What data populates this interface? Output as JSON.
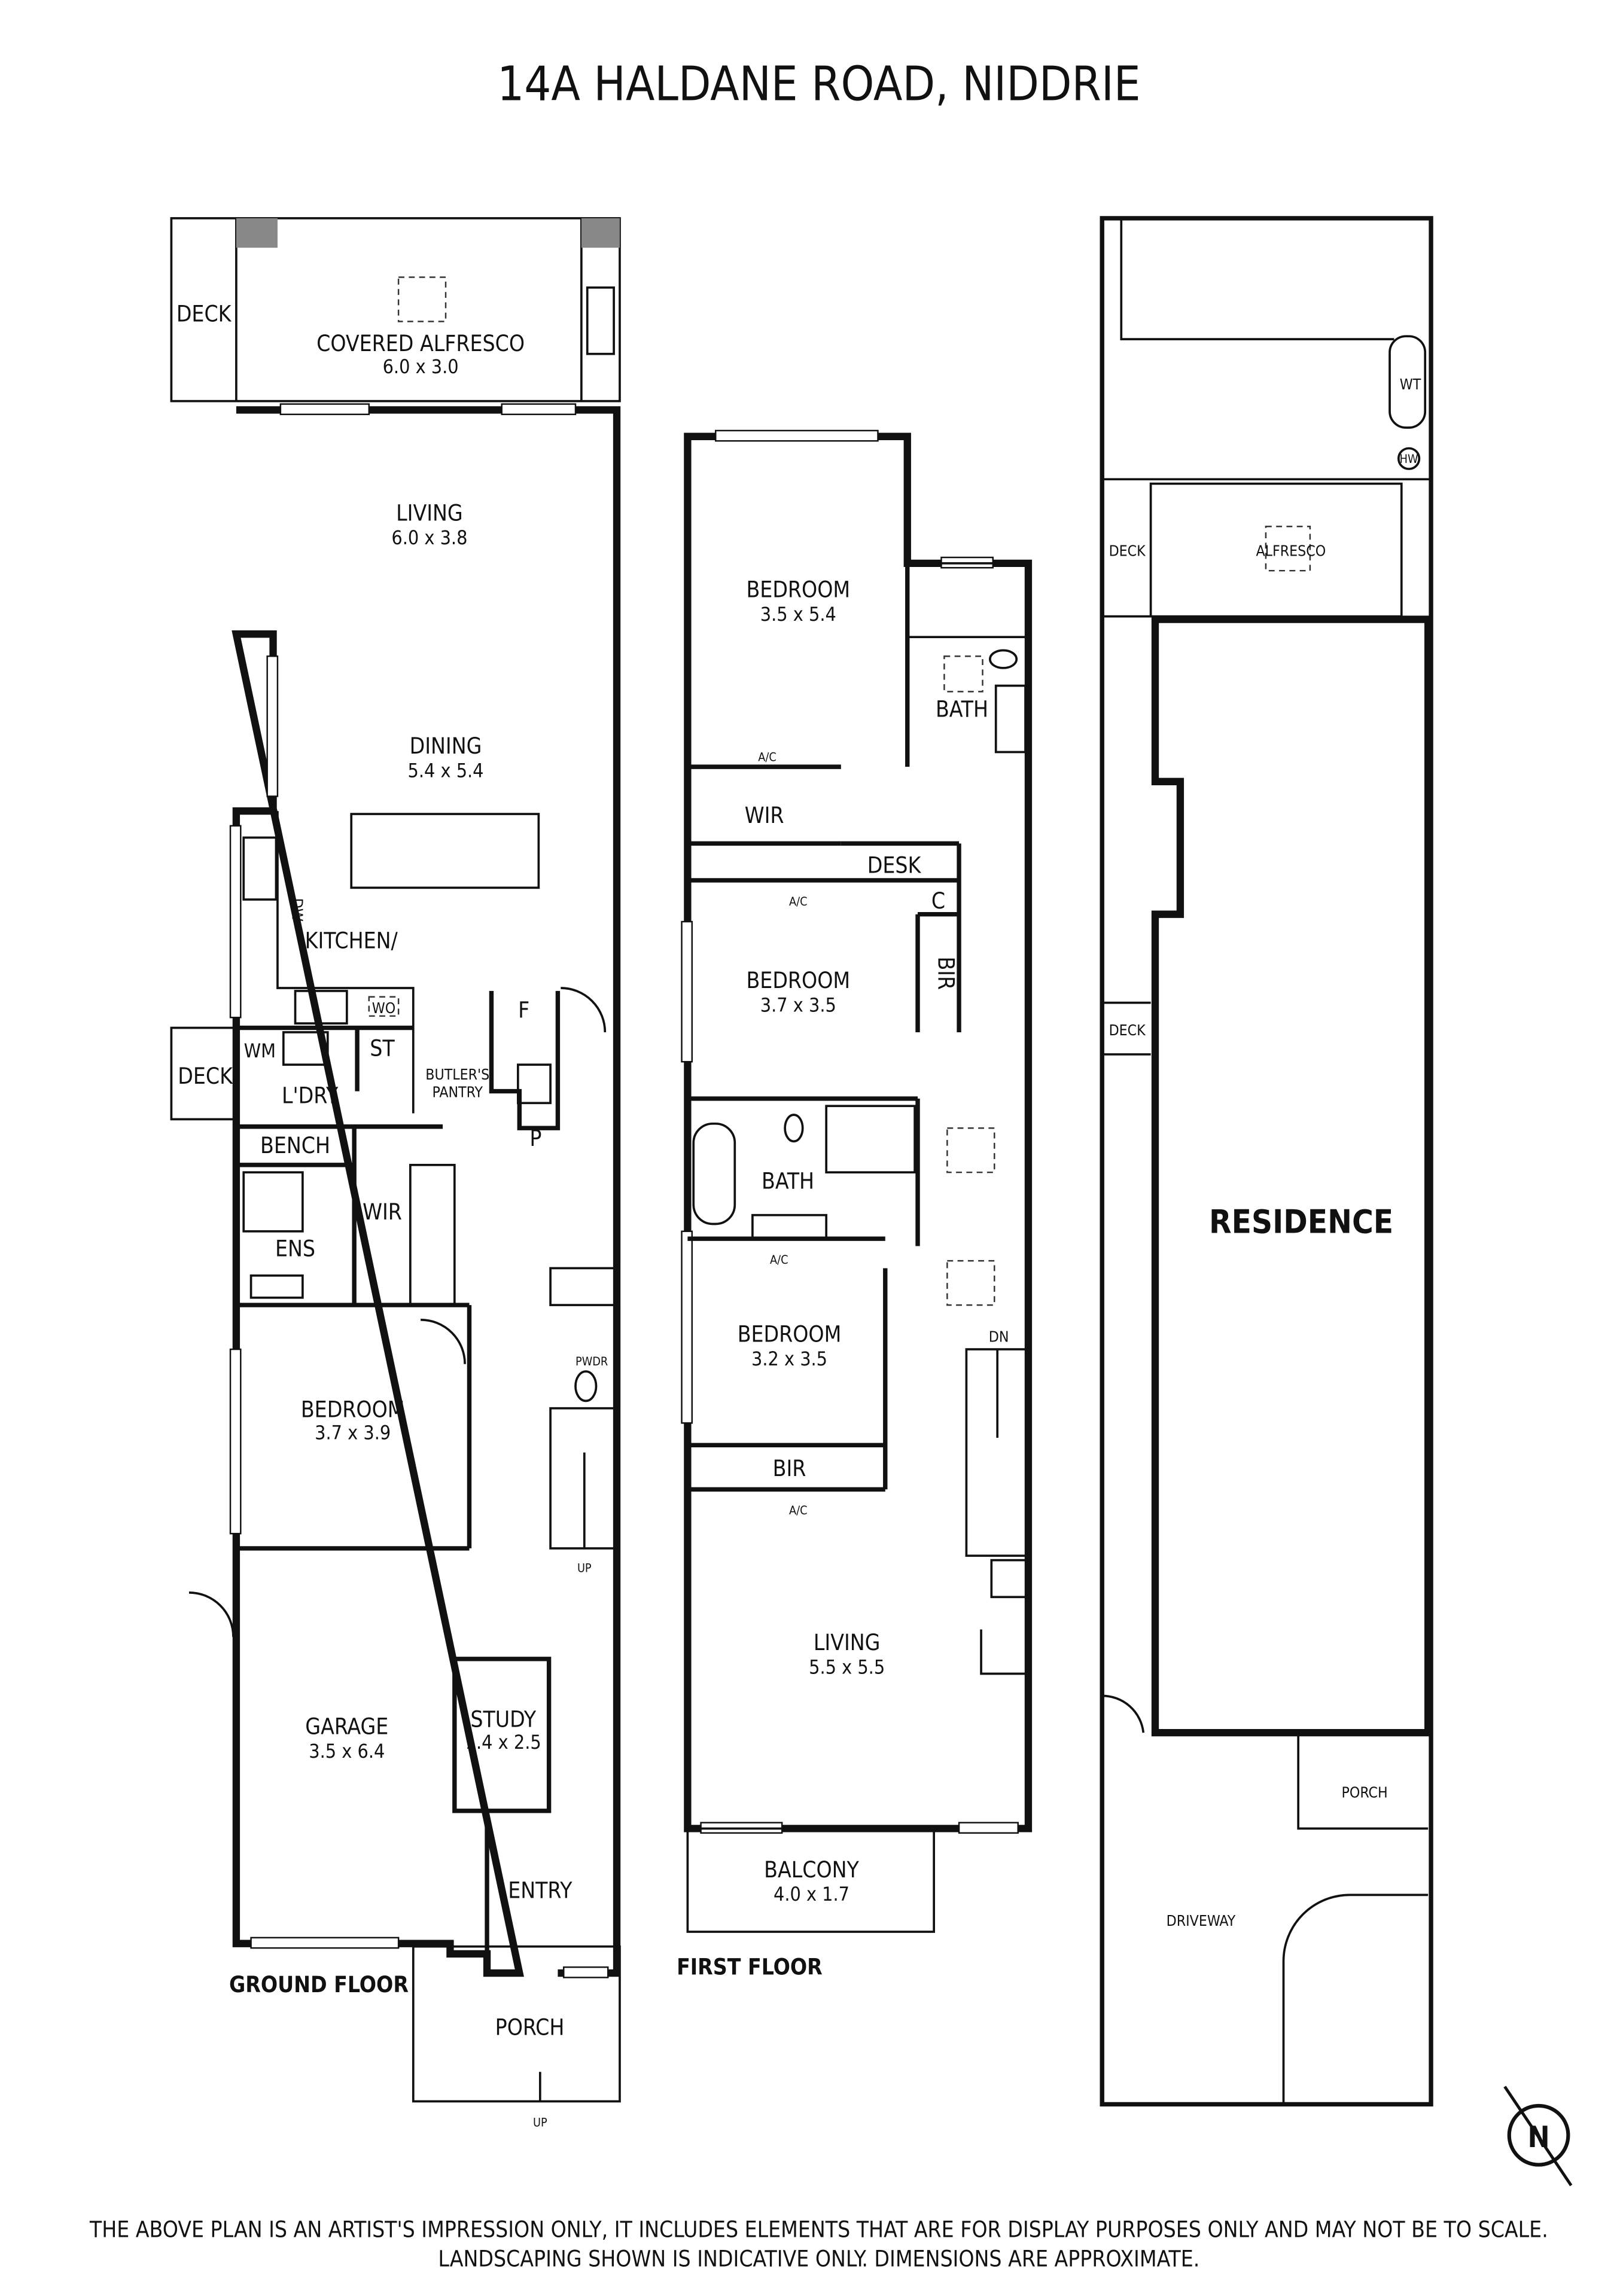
{
  "title": "14A HALDANE ROAD, NIDDRIE",
  "ground_floor": {
    "label": "GROUND FLOOR",
    "rooms": {
      "deck_rear": {
        "name": "DECK"
      },
      "alfresco": {
        "name": "COVERED ALFRESCO",
        "dims": "6.0 x 3.0"
      },
      "living": {
        "name": "LIVING",
        "dims": "6.0 x 3.8"
      },
      "dining": {
        "name": "DINING",
        "dims": "5.4 x 5.4"
      },
      "kitchen": {
        "name": "KITCHEN/"
      },
      "deck_side": {
        "name": "DECK"
      },
      "laundry": {
        "name": "L'DRY"
      },
      "butlers": {
        "name": "BUTLER'S",
        "name2": "PANTRY"
      },
      "bench": {
        "name": "BENCH"
      },
      "wir": {
        "name": "WIR"
      },
      "ens": {
        "name": "ENS"
      },
      "bedroom": {
        "name": "BEDROOM",
        "dims": "3.7 x 3.9"
      },
      "garage": {
        "name": "GARAGE",
        "dims": "3.5 x 6.4"
      },
      "study": {
        "name": "STUDY",
        "dims": "1.4 x 2.5"
      },
      "entry": {
        "name": "ENTRY"
      },
      "porch": {
        "name": "PORCH"
      },
      "pwdr": {
        "name": "PWDR"
      }
    },
    "symbols": {
      "dw": "DW",
      "wo": "WO",
      "wm": "WM",
      "st": "ST",
      "f": "F",
      "p": "P",
      "up_stairs": "UP",
      "up_porch": "UP"
    }
  },
  "first_floor": {
    "label": "FIRST FLOOR",
    "rooms": {
      "bedroom1": {
        "name": "BEDROOM",
        "dims": "3.5 x 5.4"
      },
      "bath1": {
        "name": "BATH"
      },
      "wir": {
        "name": "WIR"
      },
      "desk": {
        "name": "DESK"
      },
      "c": {
        "name": "C"
      },
      "bir1": {
        "name": "BIR"
      },
      "bedroom2": {
        "name": "BEDROOM",
        "dims": "3.7 x 3.5"
      },
      "bath2": {
        "name": "BATH"
      },
      "bedroom3": {
        "name": "BEDROOM",
        "dims": "3.2 x 3.5"
      },
      "bir2": {
        "name": "BIR"
      },
      "living": {
        "name": "LIVING",
        "dims": "5.5 x 5.5"
      },
      "balcony": {
        "name": "BALCONY",
        "dims": "4.0 x 1.7"
      }
    },
    "symbols": {
      "ac": "A/C",
      "dn": "DN"
    }
  },
  "site_plan": {
    "residence": "RESIDENCE",
    "deck1": "DECK",
    "alfresco": "ALFRESCO",
    "deck2": "DECK",
    "porch": "PORCH",
    "driveway": "DRIVEWAY",
    "wt": "WT",
    "hw": "HW"
  },
  "compass": {
    "label": "N"
  },
  "disclaimer": {
    "line1": "THE ABOVE PLAN IS AN ARTIST'S IMPRESSION ONLY, IT INCLUDES ELEMENTS THAT ARE FOR DISPLAY PURPOSES ONLY AND MAY NOT BE TO SCALE.",
    "line2": "LANDSCAPING SHOWN IS INDICATIVE ONLY. DIMENSIONS ARE APPROXIMATE."
  }
}
